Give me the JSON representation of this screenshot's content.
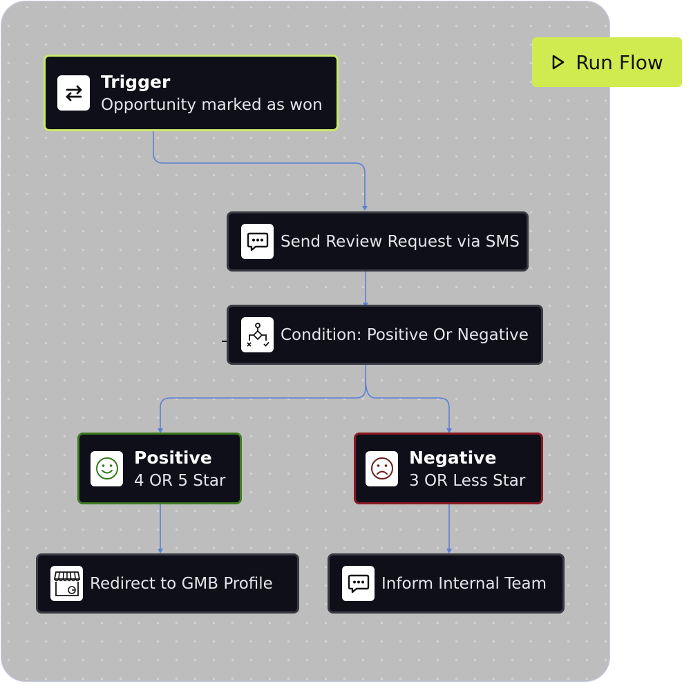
{
  "run_button": {
    "label": "Run Flow",
    "icon": "play-icon",
    "color": "#d0eb4f"
  },
  "nodes": {
    "trigger": {
      "title": "Trigger",
      "subtitle": "Opportunity marked as won",
      "icon": "swap-arrows-icon",
      "border": "#cbe86a"
    },
    "sms": {
      "label": "Send Review Request via SMS",
      "icon": "chat-bubble-icon"
    },
    "condition": {
      "label": "Condition: Positive Or Negative",
      "icon": "branch-icon"
    },
    "positive": {
      "title": "Positive",
      "subtitle": "4 OR 5 Star",
      "icon": "smiley-icon",
      "border": "#3f7a23"
    },
    "negative": {
      "title": "Negative",
      "subtitle": "3 OR Less Star",
      "icon": "sad-face-icon",
      "border": "#8a1a22"
    },
    "gmb": {
      "label": "Redirect to GMB  Profile",
      "icon": "storefront-icon"
    },
    "inform": {
      "label": "Inform Internal Team",
      "icon": "chat-bubble-icon"
    }
  },
  "colors": {
    "canvas": "#bdbdbd",
    "node_bg": "#0f0f1a",
    "connector": "#5b7fd4"
  }
}
